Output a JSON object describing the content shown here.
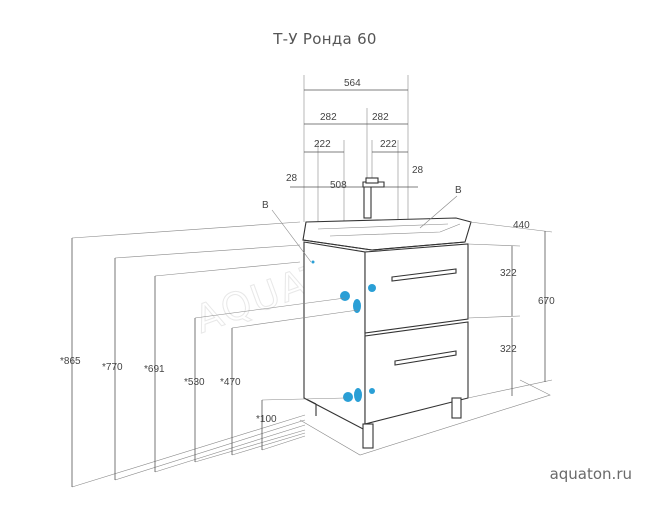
{
  "title": "Т-У Ронда 60",
  "website": "aquaton.ru",
  "watermark": "AQUATON",
  "marker_label": "B",
  "accent_color": "#2a9fd6",
  "dimensions": {
    "top_width": "564",
    "half_left": "282",
    "half_right": "282",
    "inner_left": "222",
    "inner_right": "222",
    "offset_left": "28",
    "offset_right": "28",
    "basin_span": "508",
    "depth": "440",
    "drawer_upper": "322",
    "drawer_lower": "322",
    "cabinet_height": "670",
    "h_865": "*865",
    "h_770": "*770",
    "h_691": "*691",
    "h_530": "*530",
    "h_470": "*470",
    "h_100": "*100"
  }
}
